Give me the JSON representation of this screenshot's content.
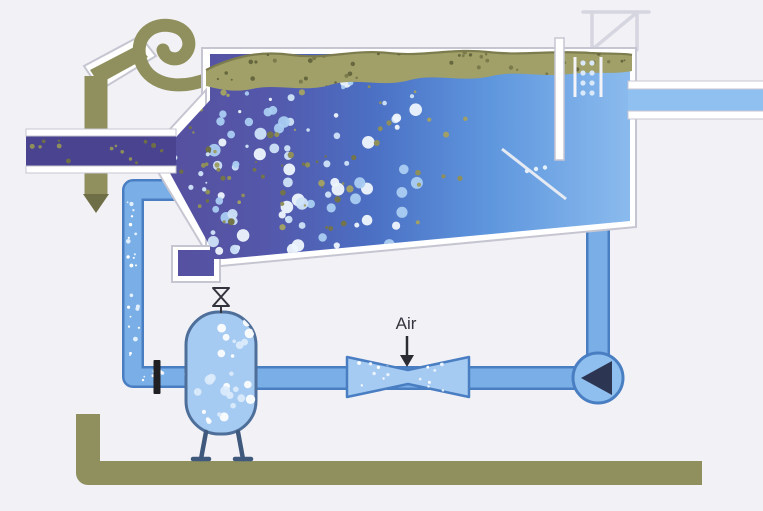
{
  "diagram": {
    "labels": {
      "air": "Air"
    },
    "palette": {
      "background": "#f2f1f6",
      "olive_pipe": "#90905e",
      "olive_dark": "#6f6f47",
      "scum": "#a0a068",
      "scum_edge": "#7c7c4e",
      "influent": "#4a4390",
      "pipe_fill": "#79aee6",
      "pipe_stroke": "#4a7ec2",
      "equipment_fill": "#a6cbf2",
      "equipment_stroke": "#4e6f9a",
      "pump_fill": "#8fbfee",
      "pump_triangle": "#2c3552",
      "effluent_water": "#8fc0ef",
      "wall": "#ffffff",
      "wall_stroke": "#c6c6d2"
    },
    "scene": {
      "scatter": {
        "tank_bubbles": {
          "seed": 7,
          "count": 88,
          "x": [
            213,
            430
          ],
          "y": [
            68,
            252
          ],
          "r": [
            1.6,
            6.4
          ],
          "bias": 1.8,
          "colors": [
            "#eef5fd",
            "#cfe3f8",
            "#aacef2"
          ],
          "opacity": 0.95,
          "item_name": "air-bubble"
        },
        "tank_particles": {
          "seed": 11,
          "count": 64,
          "x": [
            211,
            475
          ],
          "y": [
            60,
            258
          ],
          "r": [
            1.0,
            3.6
          ],
          "bias": 1.5,
          "colors": [
            "#8f8f5a",
            "#74744a",
            "#9f9f66"
          ],
          "item_name": "sludge-particle"
        },
        "funnel_particles": {
          "seed": 3,
          "count": 24,
          "x": [
            168,
            214
          ],
          "y": [
            104,
            250
          ],
          "r": [
            1.0,
            3.0
          ],
          "colors": [
            "#8f8f5a",
            "#c9ddf5",
            "#6f6f46"
          ],
          "item_name": "influent-particle"
        },
        "scum_speckles": {
          "seed": 5,
          "count": 50,
          "x": [
            210,
            628
          ],
          "y": [
            52,
            86
          ],
          "r": [
            0.8,
            2.4
          ],
          "colors": [
            "#7a7a4c",
            "#67673f"
          ],
          "item_name": "scum-speckle"
        },
        "saturator_bubbles": {
          "seed": 9,
          "count": 26,
          "x": [
            192,
            252
          ],
          "y": [
            320,
            428
          ],
          "r": [
            1.6,
            5.0
          ],
          "colors": [
            "#ffffff",
            "#dcecfc"
          ],
          "opacity": 0.92,
          "item_name": "saturator-bubble"
        },
        "riser_bubbles_v": {
          "seed": 13,
          "count": 24,
          "x": [
            127,
            139
          ],
          "y": [
            196,
            368
          ],
          "r": [
            0.9,
            2.4
          ],
          "colors": [
            "#ffffff",
            "#e2effc"
          ],
          "item_name": "recycle-bubble"
        },
        "riser_bubbles_h": {
          "seed": 15,
          "count": 9,
          "x": [
            142,
            188
          ],
          "y": [
            370,
            384
          ],
          "r": [
            0.9,
            2.2
          ],
          "colors": [
            "#ffffff",
            "#e2effc"
          ],
          "item_name": "recycle-bubble"
        },
        "venturi_bubbles": {
          "seed": 17,
          "count": 16,
          "x": [
            352,
            464
          ],
          "y": [
            361,
            393
          ],
          "r": [
            0.8,
            2.0
          ],
          "colors": [
            "#ffffff",
            "#eaf3fd"
          ],
          "item_name": "injected-air-bubble"
        },
        "inlet_particles": {
          "seed": 19,
          "count": 15,
          "x": [
            32,
            170
          ],
          "y": [
            139,
            163
          ],
          "r": [
            1.0,
            2.6
          ],
          "colors": [
            "#8f8f5a",
            "#6f6f46"
          ],
          "item_name": "influent-particle"
        }
      },
      "fixed_dots": [
        {
          "group": "outlet-chamber-dots",
          "r": 2.6,
          "color": "#d9e9fa",
          "item_name": "weir-bubble",
          "points": [
            [
              583,
              63
            ],
            [
              592,
              63
            ],
            [
              583,
              73
            ],
            [
              592,
              73
            ],
            [
              583,
              83
            ],
            [
              592,
              83
            ],
            [
              583,
              93
            ],
            [
              592,
              93
            ]
          ]
        },
        {
          "group": "clarified-dots",
          "r": 2.2,
          "color": "#e4f0fb",
          "item_name": "clarified-bubble",
          "points": [
            [
              527,
              171
            ],
            [
              536,
              169
            ],
            [
              545,
              167.5
            ]
          ]
        }
      ]
    }
  }
}
